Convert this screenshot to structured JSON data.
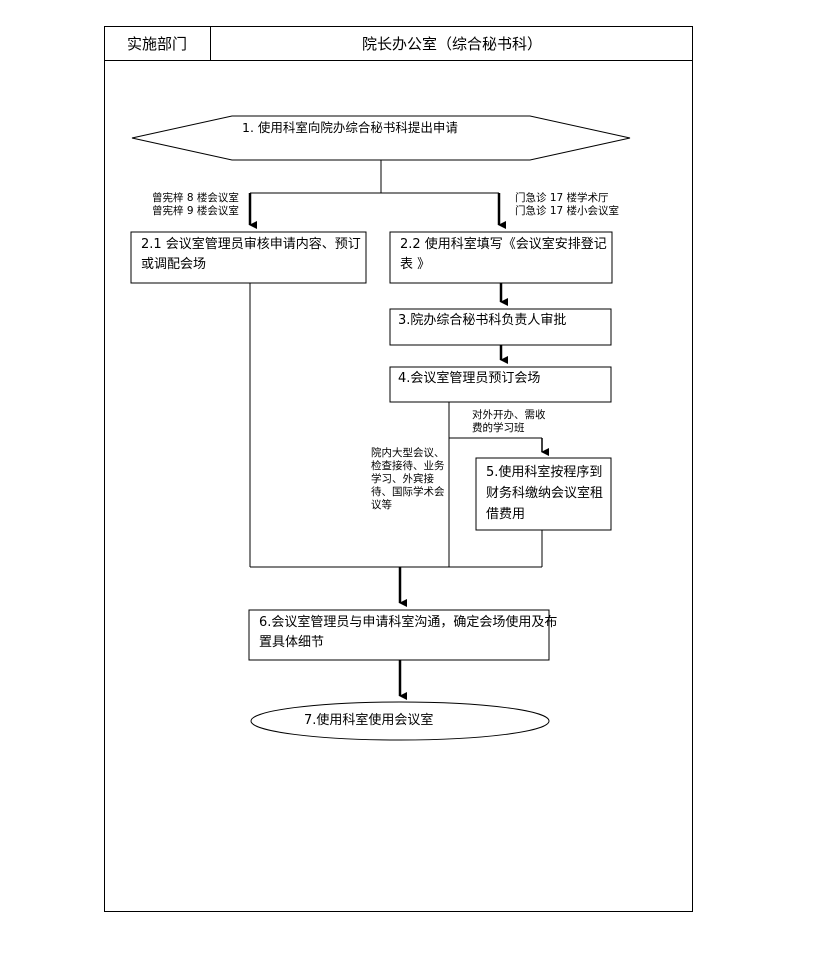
{
  "header": {
    "dept_label": "实施部门",
    "dept_value": "院长办公室（综合秘书科）"
  },
  "steps": {
    "s1": "1. 使用科室向院办综合秘书科提出申请",
    "s2_1": "2.1 会议室管理员审核申请内容、预订或调配会场",
    "s2_2": "2.2 使用科室填写《会议室安排登记表 》",
    "s3": "3.院办综合秘书科负责人审批",
    "s4": "4.会议室管理员预订会场",
    "s5": "5.使用科室按程序到财务科缴纳会议室租借费用",
    "s6": "6.会议室管理员与申请科室沟通，确定会场使用及布置具体细节",
    "s7": "7.使用科室使用会议室"
  },
  "conditions": {
    "left_line1": "曾宪梓 8 楼会议室",
    "left_line2": "曾宪梓 9 楼会议室",
    "right_line1": "门急诊 17 楼学术厅",
    "right_line2": "门急诊 17 楼小会议室",
    "external": "对外开办、需收费的学习班",
    "internal": "院内大型会议、检查接待、业务学习、外宾接待、国际学术会议等"
  }
}
